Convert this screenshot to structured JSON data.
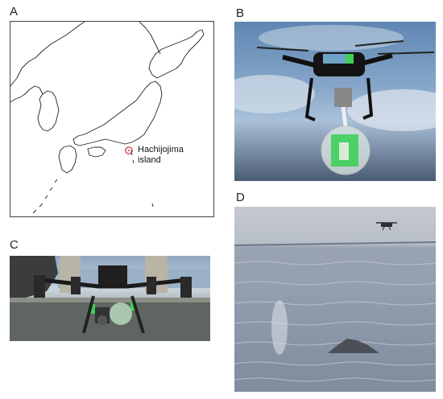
{
  "panels": {
    "a": {
      "label": "A",
      "location_label_line1": "Hachijojima",
      "location_label_line2": "island",
      "marker_color": "#c0282c"
    },
    "b": {
      "label": "B"
    },
    "c": {
      "label": "C"
    },
    "d": {
      "label": "D"
    }
  },
  "colors": {
    "map_stroke": "#222222",
    "sonar_green": "#3ed05a"
  }
}
